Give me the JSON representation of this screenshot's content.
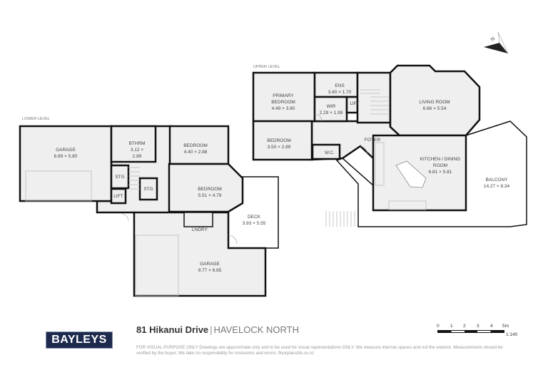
{
  "levels": {
    "lower": {
      "label": "LOWER LEVEL",
      "rooms": [
        {
          "name": "GARAGE",
          "dims": "6.69 × 5.80"
        },
        {
          "name": "BTHRM",
          "dims_line1": "3.12 ×",
          "dims_line2": "2.89"
        },
        {
          "name": "BEDROOM",
          "dims": "4.40 × 2.88"
        },
        {
          "name": "STG"
        },
        {
          "name": "STG"
        },
        {
          "name": "LIFT"
        },
        {
          "name": "BEDROOM",
          "dims": "5.51 × 4.79"
        },
        {
          "name": "DECK",
          "dims": "3.93 × 5.55"
        },
        {
          "name": "LNDRY"
        },
        {
          "name": "GARAGE",
          "dims": "9.77 × 6.65"
        }
      ]
    },
    "upper": {
      "label": "UPPER LEVEL",
      "rooms": [
        {
          "name_line1": "PRIMARY",
          "name_line2": "BEDROOM",
          "dims": "4.49 × 3.80"
        },
        {
          "name": "ENS",
          "dims": "3.40 × 1.70"
        },
        {
          "name": "WIR",
          "dims": "2.29 × 1.99"
        },
        {
          "name": "LIFT"
        },
        {
          "name": "BEDROOM",
          "dims": "3.50 × 2.89"
        },
        {
          "name": "W.C."
        },
        {
          "name": "FOYER"
        },
        {
          "name": "LIVING ROOM",
          "dims": "6.66 × 5.54"
        },
        {
          "name_line1": "KITCHEN / DINING",
          "name_line2": "ROOM",
          "dims": "6.81 × 5.81"
        },
        {
          "name": "BALCONY",
          "dims": "14.27 × 8.34"
        }
      ]
    }
  },
  "compass": {
    "label": "N",
    "icon": "north-arrow-icon"
  },
  "footer": {
    "logo": "BAYLEYS",
    "address": "81 Hikanui Drive",
    "separator": "|",
    "suburb": "HAVELOCK NORTH",
    "disclaimer": "FOR VISUAL PURPOSE ONLY Drawings are approximate only and to be used for visual representations ONLY. We measure internal spaces and not the exterior. Measurements should be verified by the buyer. We take no responsibility for omissions and errors. floorplanshb.co.nz",
    "scale_ticks": [
      "0",
      "1",
      "2",
      "3",
      "4",
      "5m"
    ],
    "scale_ratio": "1:140"
  },
  "colors": {
    "brand": "#1d2a4d",
    "room_fill": "#efefef",
    "wall": "#111111"
  }
}
